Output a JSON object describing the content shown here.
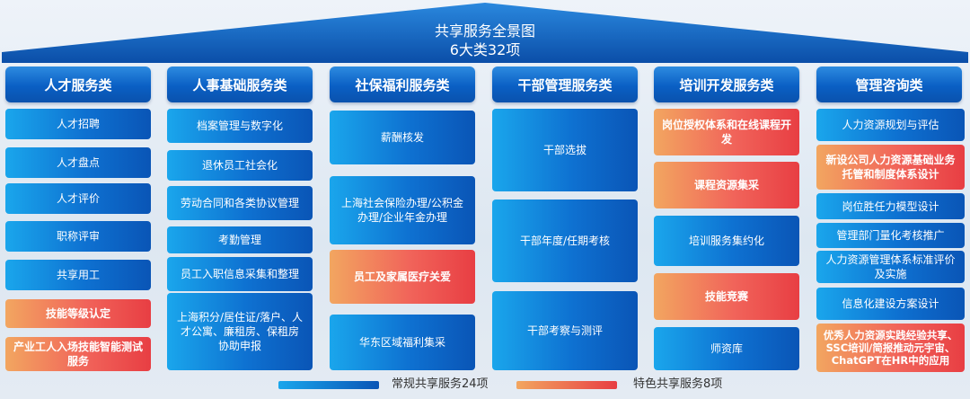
{
  "roof": {
    "title": "共享服务全景图",
    "subtitle": "6大类32项"
  },
  "colors": {
    "regular_start": "#1aa6ec",
    "regular_end": "#0a55b6",
    "special_start": "#f2a660",
    "special_end": "#e83e43",
    "header": "#0a5fc4"
  },
  "columns": [
    {
      "title": "人才服务类",
      "items": [
        {
          "label": "人才招聘",
          "type": "regular"
        },
        {
          "label": "人才盘点",
          "type": "regular"
        },
        {
          "label": "人才评价",
          "type": "regular"
        },
        {
          "label": "职称评审",
          "type": "regular"
        },
        {
          "label": "共享用工",
          "type": "regular"
        },
        {
          "label": "技能等级认定",
          "type": "special"
        },
        {
          "label": "产业工人入场技能智能测试服务",
          "type": "special"
        }
      ]
    },
    {
      "title": "人事基础服务类",
      "items": [
        {
          "label": "档案管理与数字化",
          "type": "regular"
        },
        {
          "label": "退休员工社会化",
          "type": "regular"
        },
        {
          "label": "劳动合同和各类协议管理",
          "type": "regular"
        },
        {
          "label": "考勤管理",
          "type": "regular"
        },
        {
          "label": "员工入职信息采集和整理",
          "type": "regular"
        },
        {
          "label": "上海积分/居住证/落户、人才公寓、廉租房、保租房协助申报",
          "type": "regular"
        }
      ]
    },
    {
      "title": "社保福利服务类",
      "items": [
        {
          "label": "薪酬核发",
          "type": "regular"
        },
        {
          "label": "上海社会保险办理/公积金办理/企业年金办理",
          "type": "regular"
        },
        {
          "label": "员工及家属医疗关爱",
          "type": "special"
        },
        {
          "label": "华东区域福利集采",
          "type": "regular"
        }
      ]
    },
    {
      "title": "干部管理服务类",
      "items": [
        {
          "label": "干部选拔",
          "type": "regular"
        },
        {
          "label": "干部年度/任期考核",
          "type": "regular"
        },
        {
          "label": "干部考察与测评",
          "type": "regular"
        }
      ]
    },
    {
      "title": "培训开发服务类",
      "items": [
        {
          "label": "岗位授权体系和在线课程开发",
          "type": "special"
        },
        {
          "label": "课程资源集采",
          "type": "special"
        },
        {
          "label": "培训服务集约化",
          "type": "regular"
        },
        {
          "label": "技能竞赛",
          "type": "special"
        },
        {
          "label": "师资库",
          "type": "regular"
        }
      ]
    },
    {
      "title": "管理咨询类",
      "items": [
        {
          "label": "人力资源规划与评估",
          "type": "regular"
        },
        {
          "label": "新设公司人力资源基础业务托管和制度体系设计",
          "type": "special"
        },
        {
          "label": "岗位胜任力模型设计",
          "type": "regular"
        },
        {
          "label": "管理部门量化考核推广",
          "type": "regular"
        },
        {
          "label": "人力资源管理体系标准评价及实施",
          "type": "regular"
        },
        {
          "label": "信息化建设方案设计",
          "type": "regular"
        },
        {
          "label": "优秀人力资源实践经验共享、SSC培训/简报推动元宇宙、ChatGPT在HR中的应用",
          "type": "special"
        }
      ]
    }
  ],
  "legend": [
    {
      "label": "常规共享服务24项",
      "type": "regular"
    },
    {
      "label": "特色共享服务8项",
      "type": "special"
    }
  ]
}
